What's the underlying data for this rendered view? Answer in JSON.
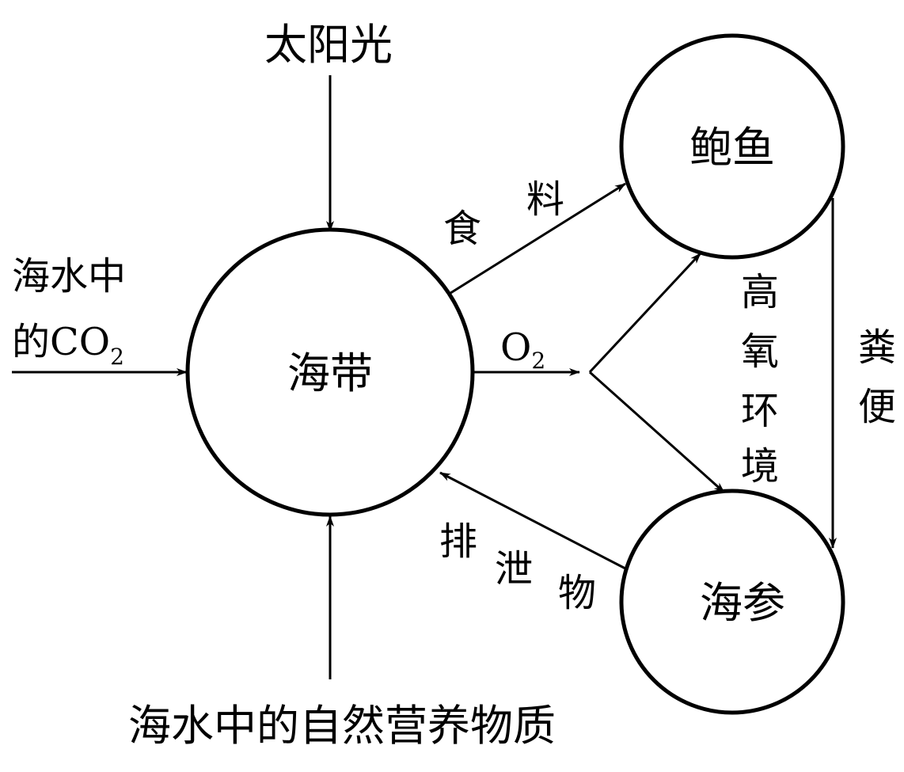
{
  "nodes": {
    "kelp": "海带",
    "abalone": "鲍鱼",
    "sea_cucumber": "海参"
  },
  "inputs": {
    "sunlight": "太阳光",
    "co2_line1": "海水中",
    "co2_line2": "的CO",
    "co2_sub": "2",
    "nutrients": "海水中的自然营养物质"
  },
  "edges": {
    "feed_1": "食",
    "feed_2": "料",
    "o2": "O",
    "o2_sub": "2",
    "high_oxygen": [
      "高",
      "氧",
      "环",
      "境"
    ],
    "feces": [
      "粪",
      "便"
    ],
    "excreta": [
      "排",
      "泄",
      "物"
    ]
  }
}
